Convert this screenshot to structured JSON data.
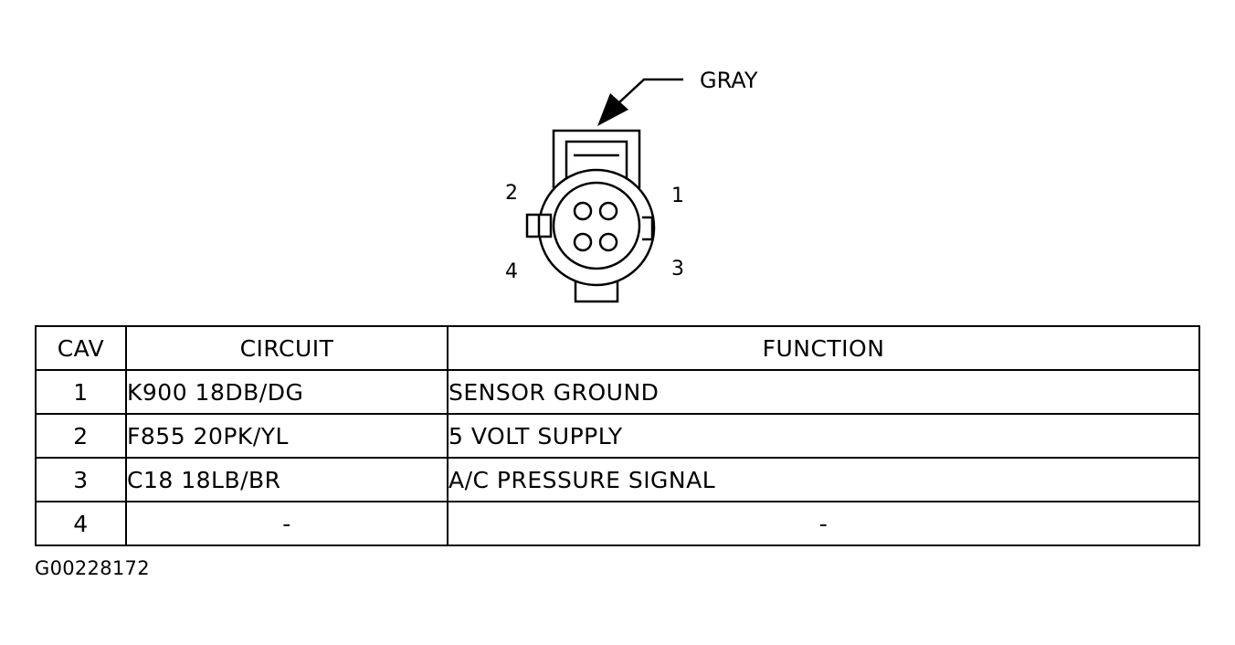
{
  "connector": {
    "wire_color": "GRAY",
    "pin_labels": {
      "pin1": "1",
      "pin2": "2",
      "pin3": "3",
      "pin4": "4"
    }
  },
  "table": {
    "headers": {
      "cav": "CAV",
      "circuit": "CIRCUIT",
      "function": "FUNCTION"
    },
    "rows": [
      {
        "cav": "1",
        "circuit": "K900 18DB/DG",
        "function": "SENSOR GROUND"
      },
      {
        "cav": "2",
        "circuit": "F855 20PK/YL",
        "function": "5 VOLT SUPPLY"
      },
      {
        "cav": "3",
        "circuit": "C18 18LB/BR",
        "function": "A/C PRESSURE SIGNAL"
      },
      {
        "cav": "4",
        "circuit": "-",
        "function": "-"
      }
    ]
  },
  "figure_id": "G00228172"
}
